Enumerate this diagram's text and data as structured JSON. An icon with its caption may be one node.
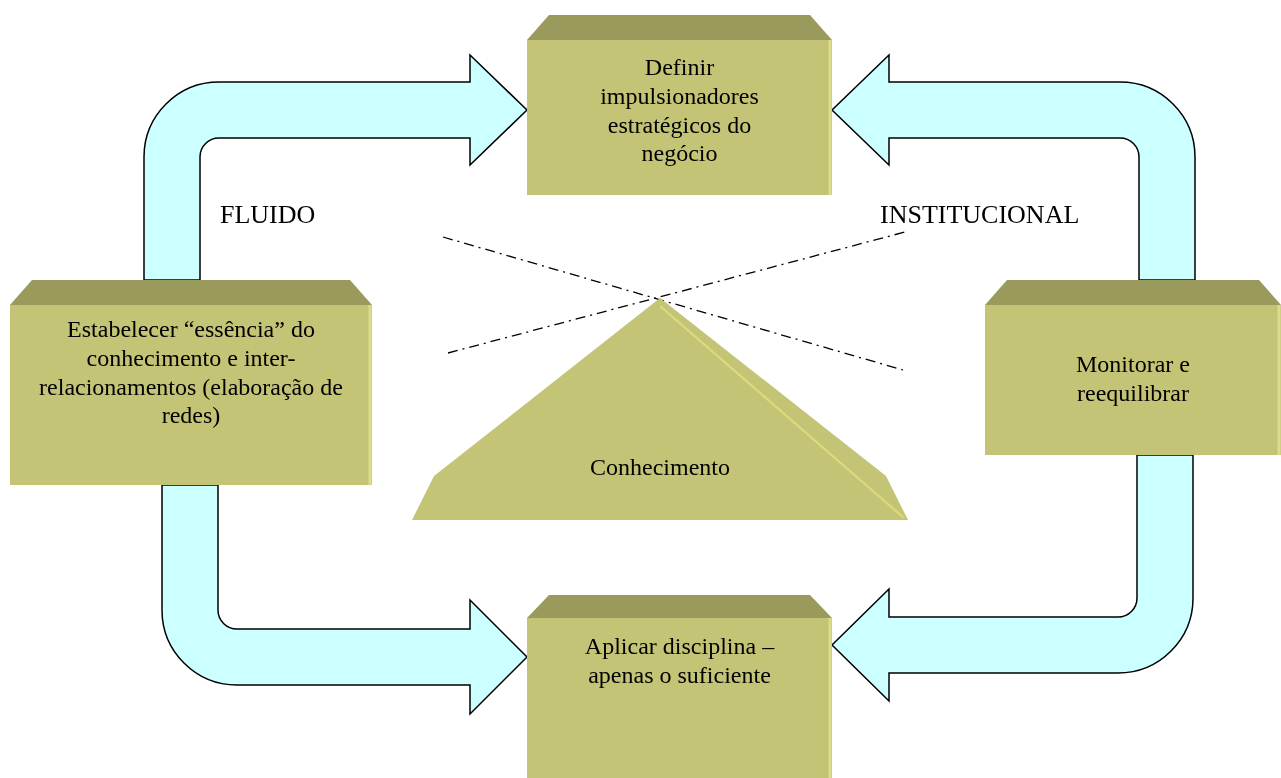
{
  "diagram": {
    "nodes": [
      {
        "text": [
          "Definir impulsionadores estratégicos do negócio"
        ]
      },
      {
        "text": [
          "Estabelecer “essência” do conhecimento e inter-relacionamentos (elaboração de redes)"
        ]
      },
      {
        "text": [
          "Monitorar e reequilibrar"
        ]
      },
      {
        "text": [
          "Aplicar disciplina – apenas o suficiente"
        ]
      },
      {
        "text": [
          "Conhecimento"
        ]
      }
    ],
    "edges": [
      {
        "from": 1,
        "to": 0,
        "arrow": "to"
      },
      {
        "from": 2,
        "to": 0,
        "arrow": "to"
      },
      {
        "from": 1,
        "to": 3,
        "arrow": "to"
      },
      {
        "from": 2,
        "to": 3,
        "arrow": "to"
      }
    ],
    "labels": [
      "FLUIDO",
      "INSTITUCIONAL"
    ]
  }
}
